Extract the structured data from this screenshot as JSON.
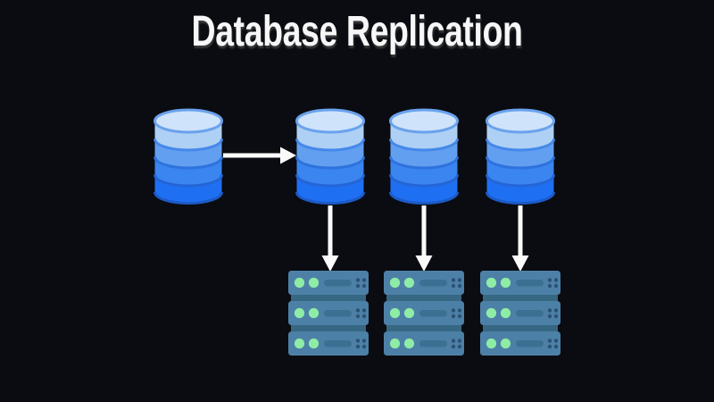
{
  "title": "Database Replication",
  "structure": {
    "primary_database": 1,
    "replica_databases": 3,
    "server_racks": 3,
    "servers_per_rack": 3,
    "leds_per_server": 2,
    "flow": "primary database replicates to three replica databases, each serving a server rack"
  },
  "colors": {
    "bg": "#0a0c11",
    "title_text": "#f7f7f7",
    "arrow": "#fafafa",
    "db_top": "#cfe3fa",
    "db_top_rim": "#6aa2ec",
    "db_band1": "#aed0f5",
    "db_band2": "#639ff0",
    "db_band3": "#3b85f0",
    "db_band4": "#1f6ff2",
    "db_sep1": "#4588e9",
    "db_sep2": "#2d72dd",
    "db_sep3": "#2465d6",
    "db_bottom_rim": "#1c5bc8",
    "rack_face": "#4d80a6",
    "rack_connector": "#366783",
    "rack_led": "#8eeca6",
    "rack_slot": "#3c7093",
    "rack_dot": "#2c5174"
  }
}
